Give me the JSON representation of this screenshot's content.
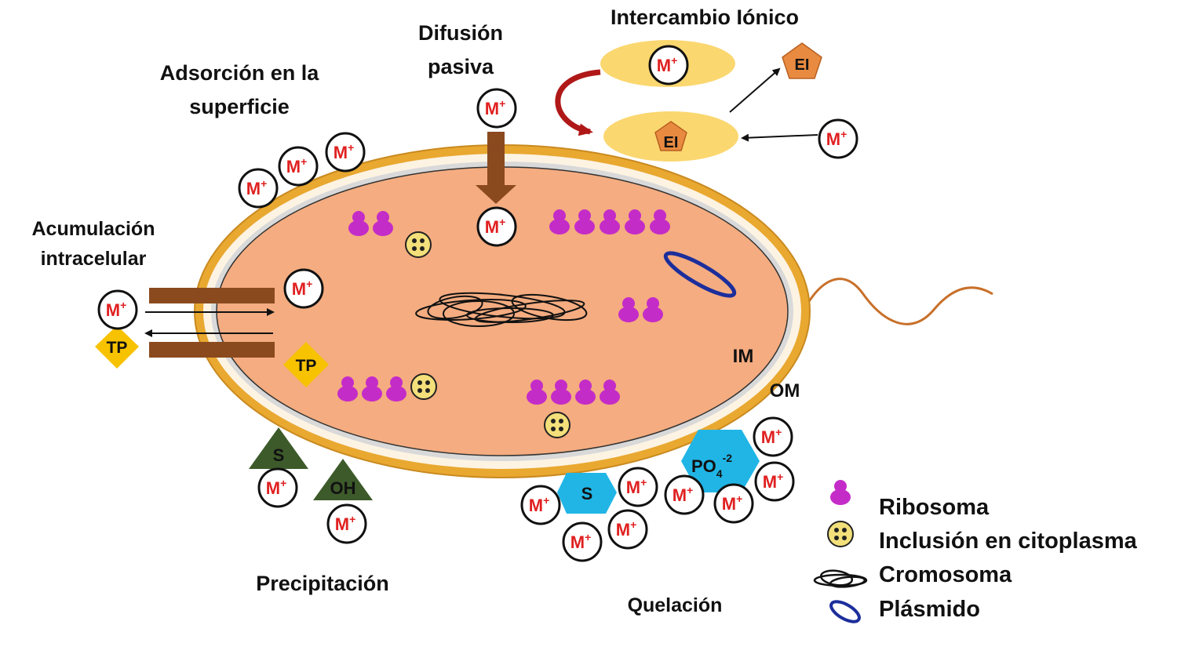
{
  "labels": {
    "adsorcion_line1": "Adsorción en la",
    "adsorcion_line2": "superficie",
    "difusion_line1": "Difusión",
    "difusion_line2": "pasiva",
    "intercambio": "Intercambio Iónico",
    "acumulacion_line1": "Acumulación",
    "acumulacion_line2": "intracelular",
    "precipitacion": "Precipitación",
    "quelacion": "Quelación",
    "im": "IM",
    "om": "OM"
  },
  "symbols": {
    "metal_ion": "M",
    "metal_ion_charge": "+",
    "ion_exchanger": "EI",
    "transport_protein": "TP",
    "sulfide": "S",
    "hydroxide": "OH",
    "phosphate": "PO",
    "phosphate_sub": "4",
    "phosphate_charge": "-2"
  },
  "legend": {
    "ribosome": "Ribosoma",
    "inclusion": "Inclusión en citoplasma",
    "chromosome": "Cromosoma",
    "plasmid": "Plásmido"
  },
  "colors": {
    "cytoplasm": "#f4ac80",
    "outer_membrane": "#e9a830",
    "ribosome": "#c42cc8",
    "inclusion": "#f3e07a",
    "plasmid": "#1c2e9c",
    "channel": "#8b4a1e",
    "transport_protein": "#f7c200",
    "precipitate": "#3d5a2a",
    "chelator": "#21b5e6",
    "exchange_pad": "#fbd770",
    "ion_exchanger": "#e88a40",
    "exchange_arrow": "#b01818",
    "flagellum": "#c8702a",
    "metal_text": "#e02020"
  }
}
